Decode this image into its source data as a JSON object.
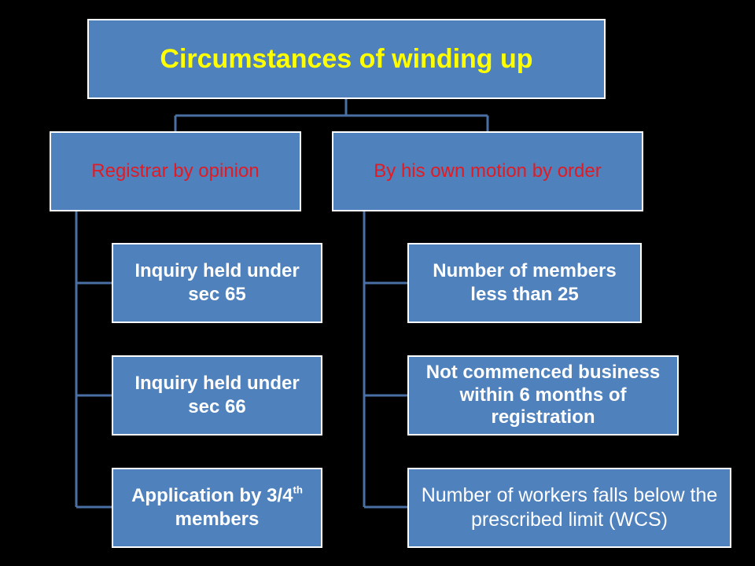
{
  "title": "Circumstances of winding up",
  "branches": [
    {
      "label": "Registrar by opinion",
      "items": [
        {
          "text": "Inquiry held under sec 65"
        },
        {
          "text": "Inquiry held under sec 66"
        },
        {
          "pre": "Application by 3/4",
          "sup": "th",
          "post": " members"
        }
      ]
    },
    {
      "label": "By his own motion by order",
      "items": [
        {
          "text": "Number of members less than 25"
        },
        {
          "text": "Not commenced business within 6 months of registration"
        },
        {
          "text": "Number of workers falls below the prescribed limit (WCS)"
        }
      ]
    }
  ],
  "colors": {
    "background": "#000000",
    "box_fill": "#4f81bd",
    "box_border": "#ffffff",
    "connector": "#4a6fa5",
    "title_text": "#ffff00",
    "branch_text": "#e01b24",
    "leaf_text": "#ffffff"
  }
}
